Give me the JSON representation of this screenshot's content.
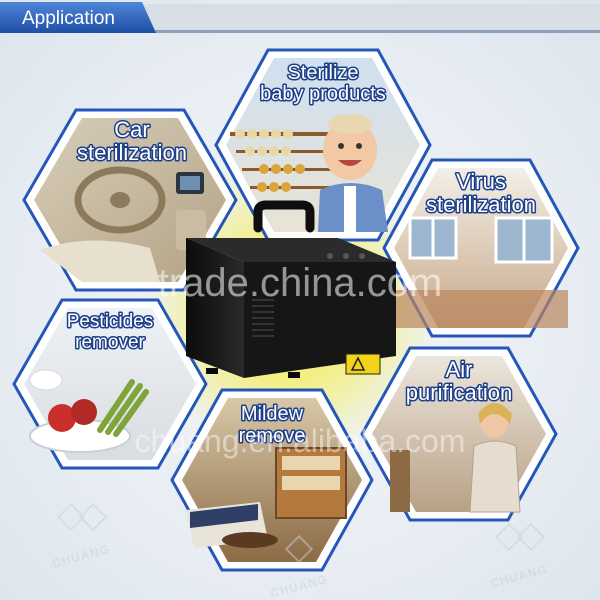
{
  "header": {
    "title": "Application"
  },
  "hexagons": {
    "baby": {
      "line1": "Sterilize",
      "line2": "baby products"
    },
    "car": {
      "line1": "Car",
      "line2": "sterilization"
    },
    "virus": {
      "line1": "Virus",
      "line2": "sterilization"
    },
    "pesticides": {
      "line1": "Pesticides",
      "line2": "remover"
    },
    "air": {
      "line1": "Air",
      "line2": "purification"
    },
    "mildew": {
      "line1": "Mildew",
      "line2": "remove"
    }
  },
  "watermarks": {
    "main": "trade.china.com",
    "secondary": "chuang.en.alibaba.com"
  },
  "logo": {
    "text": "CHUANG"
  },
  "colors": {
    "hex_border": "#2457b8",
    "header_bg": "#2f63b8",
    "device": "#141414",
    "glow": "#f7f27a"
  }
}
